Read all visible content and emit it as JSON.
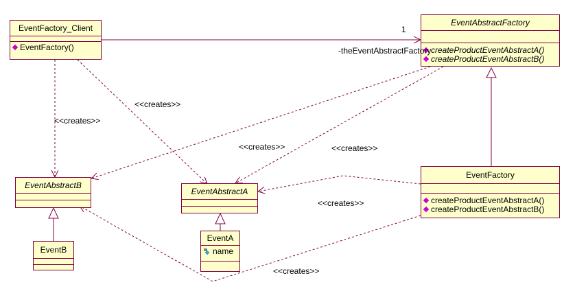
{
  "classes": {
    "client": {
      "name": "EventFactory_Client",
      "ops": [
        "EventFactory()"
      ]
    },
    "abstract_factory": {
      "name": "EventAbstractFactory",
      "ops": [
        "createProductEventAbstractA()",
        "createProductEventAbstractB()"
      ]
    },
    "factory": {
      "name": "EventFactory",
      "ops": [
        "createProductEventAbstractA()",
        "createProductEventAbstractB()"
      ]
    },
    "abstract_a": {
      "name": "EventAbstractA"
    },
    "abstract_b": {
      "name": "EventAbstractB"
    },
    "event_a": {
      "name": "EventA",
      "attrs": [
        "name"
      ]
    },
    "event_b": {
      "name": "EventB"
    }
  },
  "labels": {
    "multiplicity": "1",
    "role": "-theEventAbstractFactory",
    "creates": "<<creates>>"
  },
  "colors": {
    "line": "#800040",
    "fill": "#ffffcc",
    "diamond": "#cc00cc"
  }
}
